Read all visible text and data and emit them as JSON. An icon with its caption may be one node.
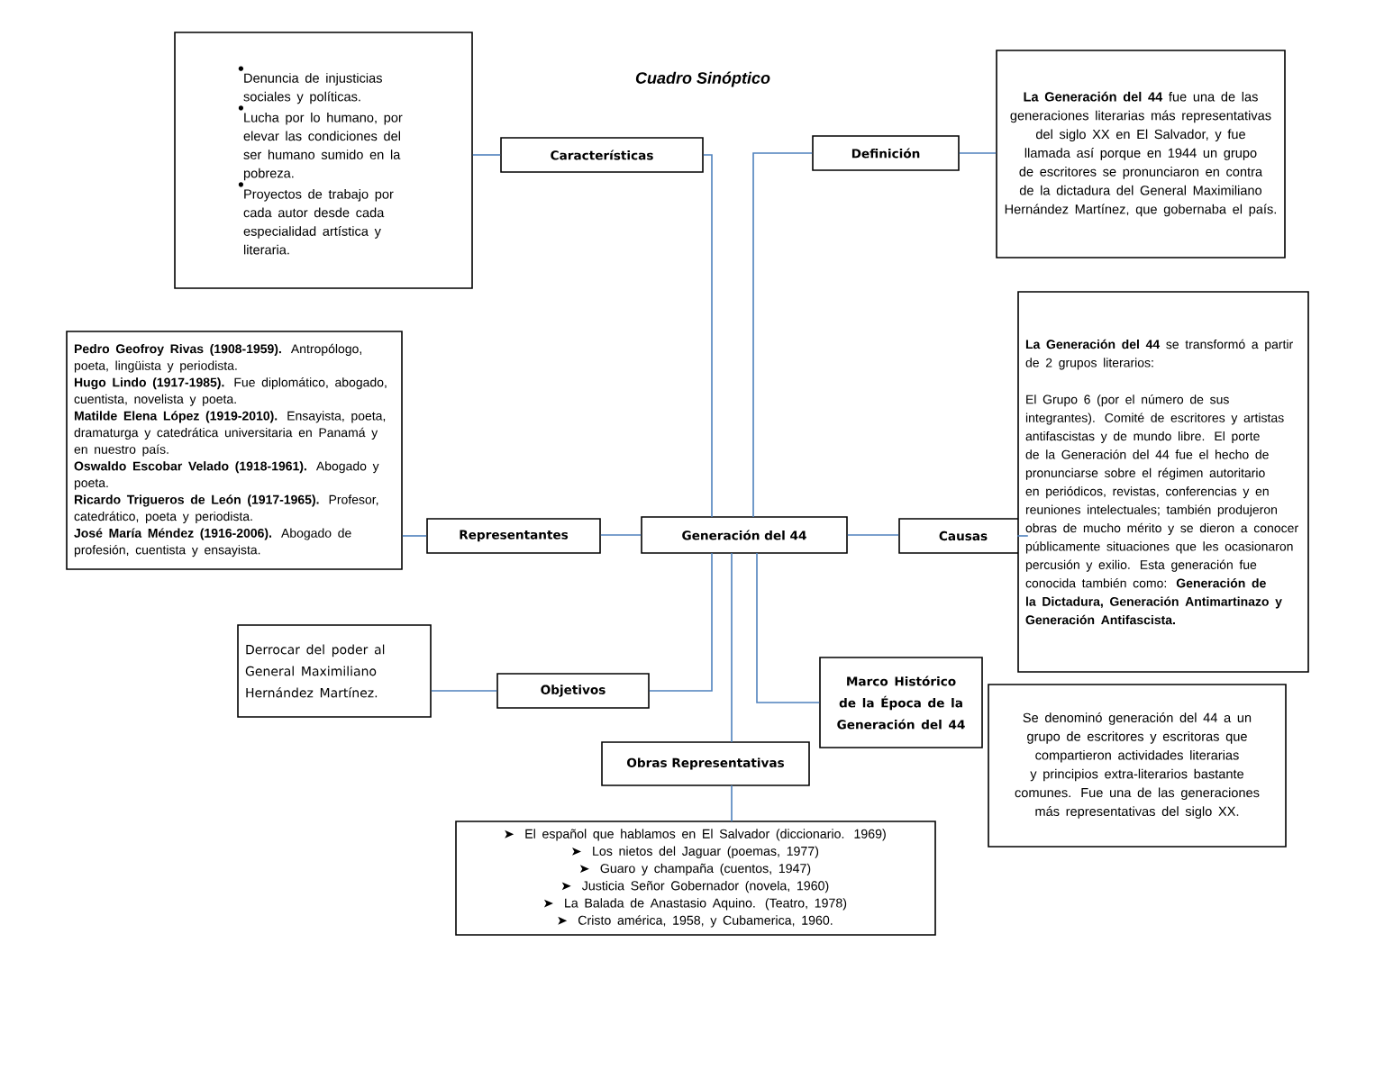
{
  "diagram": {
    "title": "Cuadro Sinóptico",
    "nodes": [
      {
        "text": [
          "Generación del  44"
        ]
      },
      {
        "text": [
          "Características"
        ]
      },
      {
        "text": [
          "Denuncia de injusticias sociales y políticas.",
          "Lucha por lo humano, por elevar las condiciones del ser humano sumido en la pobreza.",
          "Proyectos de trabajo por cada autor desde cada especialidad artística y literaria."
        ]
      },
      {
        "text": [
          "Definición"
        ]
      },
      {
        "text": [
          "**La Generación del 44** fue una de las generaciones literarias más representativas del siglo XX en El Salvador, y fue llamada así porque en 1944 un grupo de escritores se pronunciaron en contra de la dictadura del General Maximiliano Hernández Martínez, que gobernaba el país."
        ]
      },
      {
        "text": [
          "Representantes"
        ]
      },
      {
        "text": [
          "**Pedro Geofroy Rivas (1908-1959).** Antropólogo, poeta, lingüista y periodista.",
          "**Hugo Lindo (1917-1985).** Fue diplomático, abogado, cuentista, novelista y poeta.",
          "**Matilde Elena López (1919-2010).** Ensayista, poeta, dramaturga y catedrática universitaria en Panamá y en nuestro país.",
          "**Oswaldo Escobar Velado (1918-1961).** Abogado y poeta.",
          "**Ricardo Trigueros de León (1917-1965).** Profesor, catedrático, poeta y periodista.",
          "**José María Méndez (1916-2006).** Abogado de profesión, cuentista y ensayista."
        ]
      },
      {
        "text": [
          "Causas"
        ]
      },
      {
        "text": [
          "**La Generación del 44** se transformó a partir de 2 grupos literarios:",
          "El Grupo 6 (por el número de sus integrantes). Comité de escritores y artistas antifascistas y de mundo libre. El porte de la Generación del 44 fue el hecho de pronunciarse sobre el régimen autoritario en periódicos, revistas, conferencias y en reuniones intelectuales; también produjeron obras de mucho mérito y se dieron a conocer públicamente situaciones que les ocasionaron percusión y exilio. Esta generación fue conocida también como: **Generación de la Dictadura, Generación Antimartinazo y Generación Antifascista.**"
        ]
      },
      {
        "text": [
          "Derrocar del poder al General Maximiliano Hernández Martínez."
        ]
      },
      {
        "text": [
          "Objetivos"
        ]
      },
      {
        "text": [
          "Marco Histórico de la Época de la Generación del 44"
        ]
      },
      {
        "text": [
          "Se denominó generación del 44 a un grupo de escritores y escritoras que compartieron actividades literarias y principios extra-literarios bastante comunes. Fue una de las generaciones más representativas del siglo XX."
        ]
      },
      {
        "text": [
          "Obras Representativas"
        ]
      },
      {
        "text": [
          "El español que hablamos en El Salvador (diccionario. 1969)",
          "Los nietos del Jaguar (poemas, 1977)",
          "Guaro y champaña (cuentos, 1947)",
          "Justicia Señor Gobernador (novela, 1960)",
          "La Balada de Anastasio Aquino. (Teatro, 1978)",
          "Cristo américa, 1958, y Cubamerica, 1960."
        ]
      }
    ],
    "edges": [
      {
        "from": 0,
        "to": 1,
        "arrow": "none"
      },
      {
        "from": 1,
        "to": 2,
        "arrow": "none"
      },
      {
        "from": 0,
        "to": 3,
        "arrow": "none"
      },
      {
        "from": 3,
        "to": 4,
        "arrow": "none"
      },
      {
        "from": 0,
        "to": 5,
        "arrow": "none"
      },
      {
        "from": 5,
        "to": 6,
        "arrow": "none"
      },
      {
        "from": 0,
        "to": 7,
        "arrow": "none"
      },
      {
        "from": 7,
        "to": 8,
        "arrow": "none"
      },
      {
        "from": 0,
        "to": 10,
        "arrow": "none"
      },
      {
        "from": 10,
        "to": 9,
        "arrow": "none"
      },
      {
        "from": 0,
        "to": 11,
        "arrow": "none"
      },
      {
        "from": 0,
        "to": 13,
        "arrow": "none"
      },
      {
        "from": 13,
        "to": 14,
        "arrow": "none"
      }
    ]
  }
}
